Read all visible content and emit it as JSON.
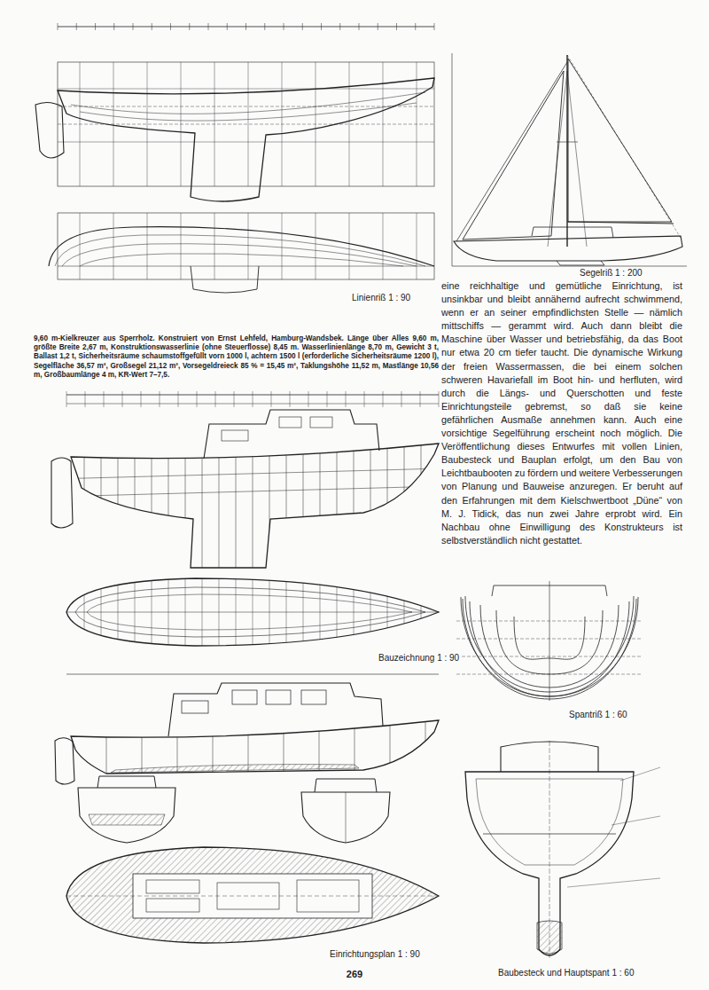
{
  "diagram": {
    "caption": "9,60 m-Kielkreuzer aus Sperrholz. Konstruiert von Ernst Lehfeld, Hamburg-Wandsbek. Länge über Alles 9,60 m, größte Breite 2,67 m, Konstruktionswasserlinie (ohne Steuerflosse) 8,45 m. Wasserlinienlänge 8,70 m, Gewicht 3 t, Ballast 1,2 t, Sicherheitsräume schaumstoffgefüllt vorn 1000 l, achtern 1500 l (erforderliche Sicherheitsräume 1200 l), Segelfläche 36,57 m², Großsegel 21,12 m², Vorsegeldreieck 85 % = 15,45 m², Taklungshöhe 11,52 m, Mastlänge 10,56 m, Großbaumlänge 4 m, KR-Wert 7–7,5.",
    "labels": [
      "Segelriß 1 : 200",
      "Linienriß 1 : 90",
      "eine reichhaltige und gemütliche Einrichtung, ist unsinkbar und bleibt annähernd aufrecht schwimmend, wenn er an seiner empfindlichsten Stelle — nämlich mittschiffs — gerammt wird. Auch dann bleibt die Maschine über Wasser und betriebsfähig, da das Boot nur etwa 20 cm tiefer taucht. Die dynamische Wirkung der freien Wassermassen, die bei einem solchen schweren Havariefall im Boot hin- und herfluten, wird durch die Längs- und Querschotten und feste Einrichtungsteile gebremst, so daß sie keine gefährlichen Ausmaße annehmen kann. Auch eine vorsichtige Segelführung erscheint noch möglich. Die Veröffentlichung dieses Entwurfes mit vollen Linien, Baubesteck und Bauplan erfolgt, um den Bau von Leichtbaubooten zu fördern und weitere Verbesserungen von Planung und Bauweise anzuregen. Er beruht auf den Erfahrungen mit dem Kielschwertboot „Düne“ von M. J. Tidick, das nun zwei Jahre erprobt wird. Ein Nachbau ohne Einwilligung des Konstrukteurs ist selbstverständlich nicht gestattet.",
      "Bauzeichnung 1 : 90",
      "Spantriß 1 : 60",
      "Einrichtungsplan 1 : 90",
      "Baubesteck und Hauptspant 1 : 60",
      "269"
    ]
  }
}
